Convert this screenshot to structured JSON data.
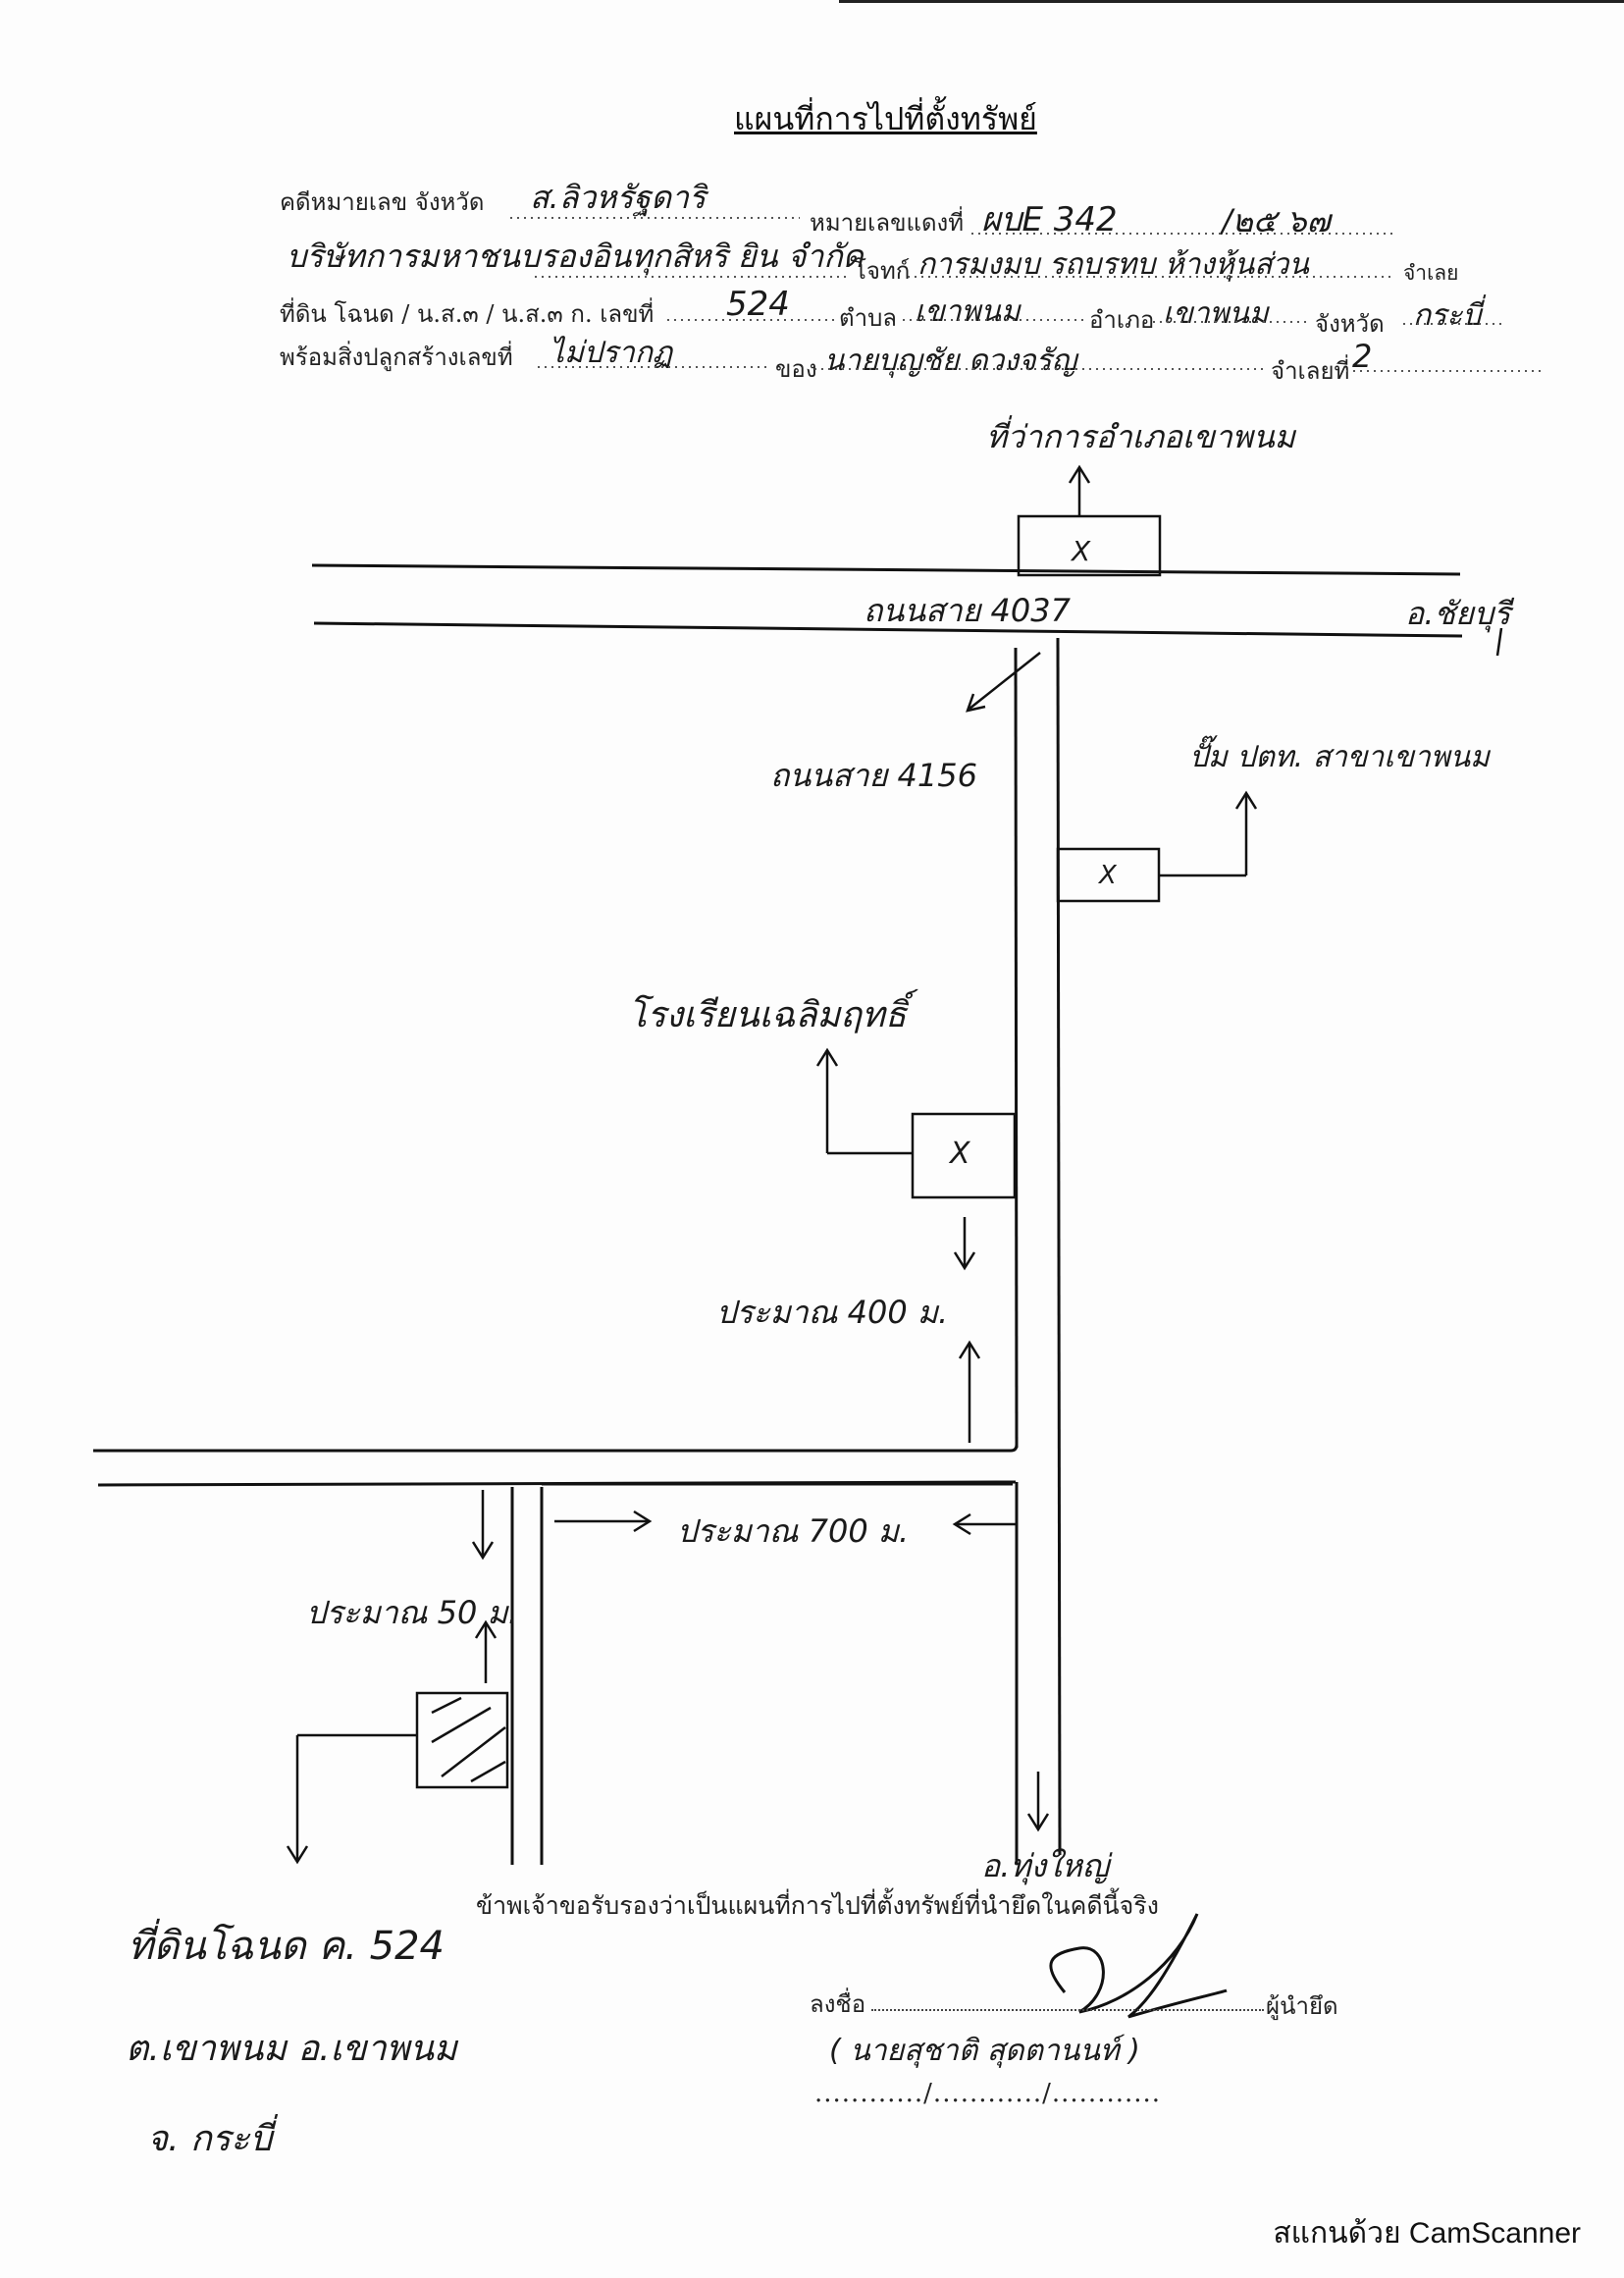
{
  "document": {
    "title": "แผนที่การไปที่ตั้งทรัพย์",
    "form": {
      "case_label": "คดีหมายเลข จังหวัด",
      "case_province": "ส.ลิวหรัฐดาริ",
      "red_number_label": "หมายเลขแดงที่",
      "red_number": "ผบE 342",
      "red_year": "/๒๕ ๖๗",
      "plaintiff": "บริษัทการมหาชนบรองอินทุกสิหริ ยิน จำกัด",
      "defendant_label": "โจทก์",
      "defendant": "การมงมบ รถบรทบ ห้างหุ้นส่วน",
      "debtor_label": "จำเลย",
      "land_label": "ที่ดิน โฉนด / น.ส.๓ / น.ส.๓ ก. เลขที่",
      "land_number": "524",
      "subdistrict_label": "ตำบล",
      "subdistrict": "เขาพนม",
      "district_label": "อำเภอ",
      "district": "เขาพนม",
      "province_label": "จังหวัด",
      "province": "กระบี่",
      "building_label": "พร้อมสิ่งปลูกสร้างเลขที่",
      "building_number": "ไม่ปรากฏ",
      "owner_label": "ของ",
      "owner": "นายบุญชัย ดวงจรัญ",
      "debtor_number_label": "จำเลยที่",
      "debtor_number": "2"
    },
    "map": {
      "district_office": "ที่ว่าการอำเภอเขาพนม",
      "highway_main": "ถนนสาย 4037",
      "to_khuanmai": "อ.ชัยบุรี",
      "highway_branch": "ถนนสาย 4156",
      "gas_station": "ปั๊ม ปตท. สาขาเขาพนม",
      "school": "โรงเรียนเฉลิมฤทธิ์",
      "distance_400": "ประมาณ 400 ม.",
      "distance_700": "ประมาณ 700 ม.",
      "distance_50": "ประมาณ 50 ม.",
      "to_thungyai": "อ.ทุ่งใหญ่",
      "mark_x": "X",
      "property_note_1": "ที่ดินโฉนด ค. 524",
      "property_note_2": "ต.เขาพนม อ.เขาพนม",
      "property_note_3": "จ. กระบี่"
    },
    "certification": "ข้าพเจ้าขอรับรองว่าเป็นแผนที่การไปที่ตั้งทรัพย์ที่นำยึดในคดีนี้จริง",
    "sign_label": "ลงชื่อ",
    "signer_role": "ผู้นำยึด",
    "signer_name": "( นายสุชาติ สุดตานนท์ )",
    "date_line": "............/............/............",
    "footer": "สแกนด้วย CamScanner"
  }
}
